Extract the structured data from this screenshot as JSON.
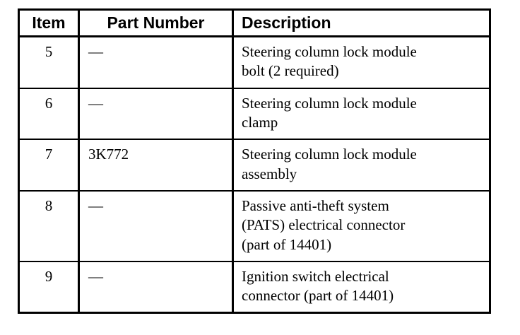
{
  "table": {
    "name": "steering-column-parts-table",
    "columns": [
      {
        "key": "item",
        "label": "Item",
        "align": "center"
      },
      {
        "key": "part_number",
        "label": "Part Number",
        "align": "left"
      },
      {
        "key": "description",
        "label": "Description",
        "align": "left"
      }
    ],
    "rows": [
      {
        "item": "5",
        "part_number": "—",
        "description_lines": [
          "Steering column lock module",
          "bolt (2 required)"
        ],
        "description": "Steering column lock module bolt (2 required)"
      },
      {
        "item": "6",
        "part_number": "—",
        "description_lines": [
          "Steering column lock module",
          "clamp"
        ],
        "description": "Steering column lock module clamp"
      },
      {
        "item": "7",
        "part_number": "3K772",
        "description_lines": [
          "Steering column lock module",
          "assembly"
        ],
        "description": "Steering column lock module assembly"
      },
      {
        "item": "8",
        "part_number": "—",
        "description_lines": [
          "Passive anti-theft system",
          "(PATS) electrical connector",
          "(part of 14401)"
        ],
        "description": "Passive anti-theft system (PATS) electrical connector (part of 14401)"
      },
      {
        "item": "9",
        "part_number": "—",
        "description_lines": [
          "Ignition switch electrical",
          "connector (part of 14401)"
        ],
        "description": "Ignition switch electrical connector (part of 14401)"
      }
    ]
  },
  "colors": {
    "page_background": "#ffffff",
    "table_background": "#ffffff",
    "border": "#000000",
    "text": "#000000"
  }
}
